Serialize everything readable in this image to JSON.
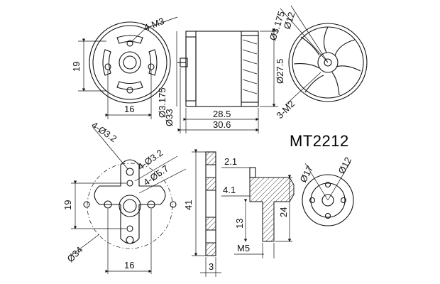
{
  "model": "MT2212",
  "top_left": {
    "holes": "4-M3",
    "height": "19",
    "width": "16"
  },
  "top_mid": {
    "shaft_dia": "Ø3.175",
    "body_dia": "Ø27.5",
    "length_body": "28.5",
    "length_total": "30.6",
    "can_dia": "Ø33"
  },
  "top_right": {
    "dia1": "Ø3.175",
    "dia2": "Ø12",
    "holes": "3-M2"
  },
  "mount": {
    "outer_holes": "4-Ø3.2",
    "inner_holes": "4-Ø3.2",
    "center_dia": "4-Ø5.7",
    "height": "19",
    "width": "16",
    "outer_dia": "Ø34"
  },
  "side": {
    "height": "41",
    "thickness": "3"
  },
  "adapter": {
    "d1": "2.1",
    "d2": "4.1",
    "h1": "13",
    "h2": "24",
    "thread": "M5"
  },
  "small_flange": {
    "d1": "Ø17",
    "d2": "Ø12"
  }
}
